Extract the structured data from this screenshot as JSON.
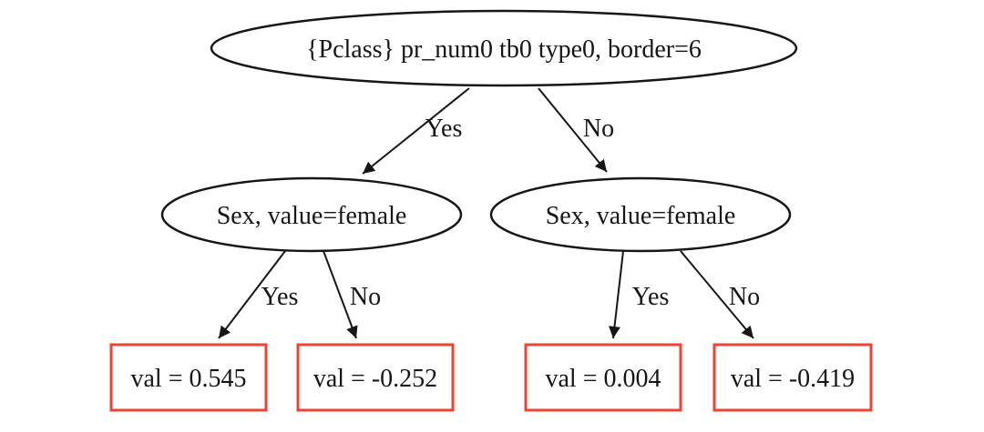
{
  "diagram": {
    "type": "decision-tree",
    "colors": {
      "background": "#ffffff",
      "node_stroke": "#161616",
      "leaf_border": "#ee4333",
      "text": "#161616"
    },
    "root": {
      "label": "{Pclass} pr_num0 tb0 type0, border=6"
    },
    "level2": [
      {
        "label": "Sex, value=female"
      },
      {
        "label": "Sex, value=female"
      }
    ],
    "leaves": [
      {
        "label": "val = 0.545"
      },
      {
        "label": "val = -0.252"
      },
      {
        "label": "val = 0.004"
      },
      {
        "label": "val = -0.419"
      }
    ],
    "edges": [
      {
        "label": "Yes"
      },
      {
        "label": "No"
      },
      {
        "label": "Yes"
      },
      {
        "label": "No"
      },
      {
        "label": "Yes"
      },
      {
        "label": "No"
      }
    ]
  }
}
